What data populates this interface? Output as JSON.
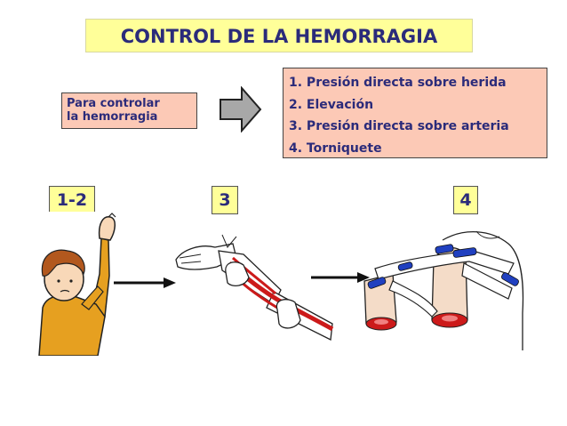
{
  "title": "CONTROL DE LA HEMORRAGIA",
  "intro_box": {
    "line1": "Para controlar",
    "line2": "la hemorragia"
  },
  "steps": [
    "1. Presión directa sobre herida",
    "2. Elevación",
    "3. Presión directa sobre arteria",
    "4. Torniquete"
  ],
  "panel_labels": {
    "elevation": "1-2",
    "artery": "3",
    "tourniquet": "4"
  },
  "colors": {
    "title_bg": "#ffff99",
    "box_bg": "#fcc9b6",
    "text": "#2b2b7a",
    "blood": "#cc1a1a",
    "bandage_clip": "#2040c0"
  }
}
